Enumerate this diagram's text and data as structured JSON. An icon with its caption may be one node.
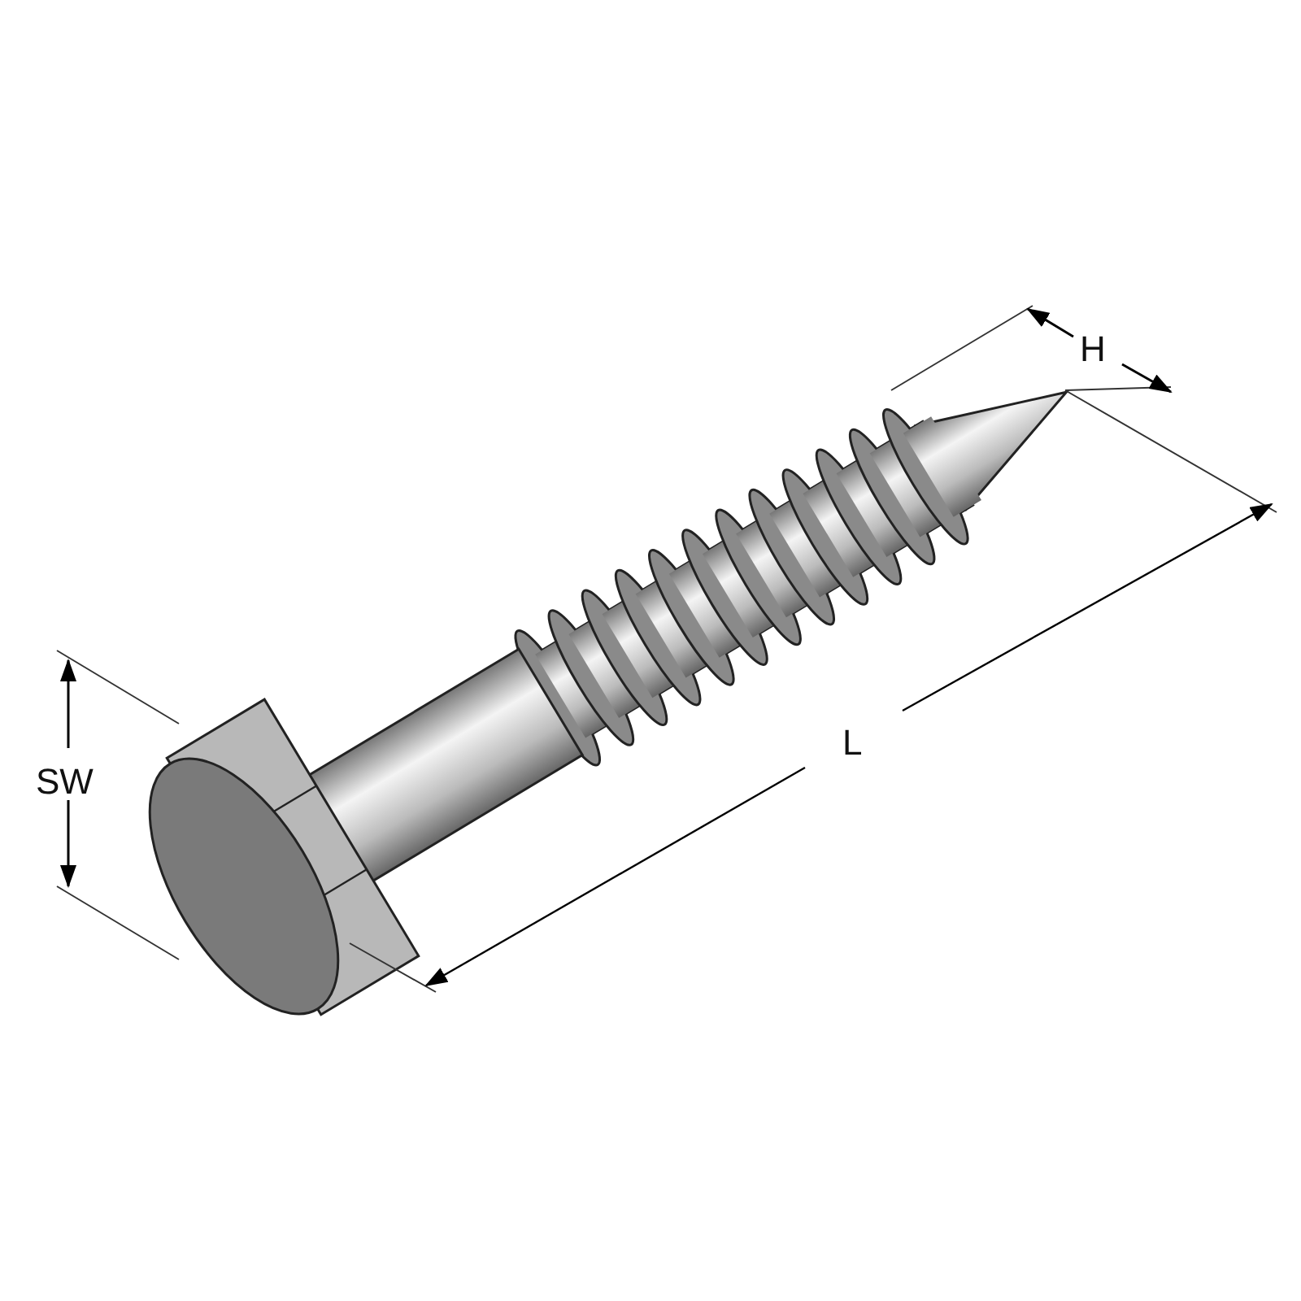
{
  "diagram": {
    "labels": [
      "H",
      "L",
      "SW"
    ]
  }
}
